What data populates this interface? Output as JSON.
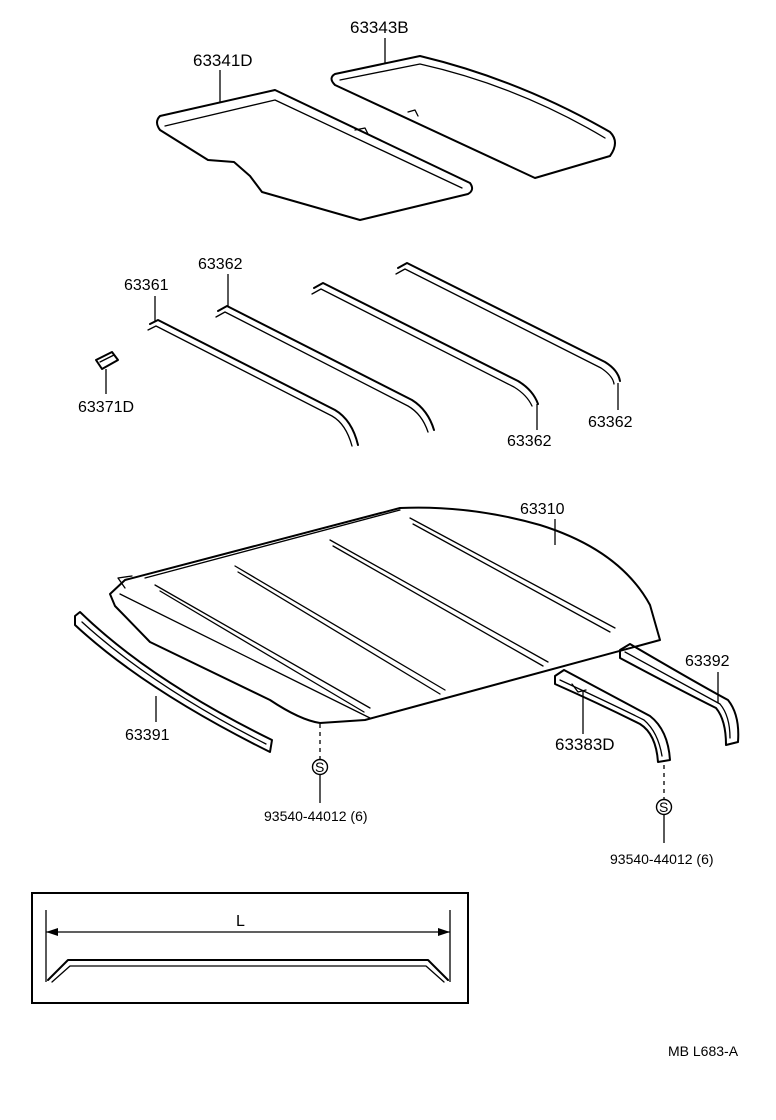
{
  "diagram": {
    "sheet_code": "MB L683-A",
    "callouts": {
      "sunshade_lh": "63341D",
      "sunshade_rh": "63343B",
      "bow_1": "63361",
      "bow_2": "63362",
      "bow_3": "63362",
      "bow_4": "63362",
      "clip": "63371D",
      "headlining": "63310",
      "front_retainer": "63391",
      "rear_retainer_rh": "63392",
      "rear_retainer_lh": "63383D",
      "screw_front": "93540-44012 (6)",
      "screw_rear": "93540-44012 (6)",
      "screw_symbol_1": "S",
      "screw_symbol_2": "S"
    },
    "detail": {
      "length_label": "L"
    }
  }
}
